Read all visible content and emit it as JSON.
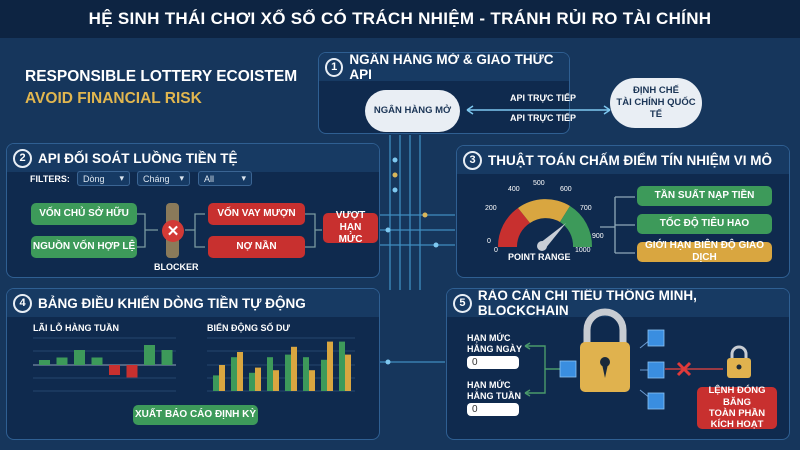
{
  "title": "HỆ SINH THÁI CHƠI XỔ SỐ CÓ TRÁCH NHIỆM - TRÁNH RỦI RO TÀI CHÍNH",
  "brand": {
    "line1": "RESPONSIBLE LOTTERY ECOISTEM",
    "line2": "AVOID FINANCIAL RISK"
  },
  "colors": {
    "green": "#3d9a5a",
    "red": "#c8302f",
    "yellow": "#d9a640",
    "accent": "#e1b64f"
  },
  "s1": {
    "num": "1",
    "title": "NGÂN HÀNG MỞ & GIAO THỨC API",
    "left_cloud": "NGÂN HÀNG MỞ",
    "right_cloud_1": "ĐỊNH CHẾ",
    "right_cloud_2": "TÀI CHÍNH QUỐC TẾ",
    "api1": "API TRỰC TIẾP",
    "api2": "API TRỰC TIẾP"
  },
  "s2": {
    "num": "2",
    "title": "API ĐỐI SOÁT LUỒNG TIỀN TỆ",
    "filters_label": "FILTERS:",
    "filters": [
      "Dòng",
      "Cháng",
      "All"
    ],
    "sources": [
      "VỐN CHỦ SỞ HỮU",
      "NGUỒN VỐN HỢP LỆ"
    ],
    "blocker": "BLOCKER",
    "risks": [
      "VỐN VAY MƯỢN",
      "NỢ NẦN"
    ],
    "result": "VƯỢT HẠN MỨC"
  },
  "s3": {
    "num": "3",
    "title": "THUẬT TOÁN CHẤM ĐIỂM TÍN NHIỆM VI MÔ",
    "gauge_ticks": [
      "0",
      "200",
      "400",
      "500",
      "600",
      "700",
      "900"
    ],
    "range_min": "0",
    "range_max": "1000",
    "range_label": "POINT RANGE",
    "gauge_value_fraction": 0.72,
    "factors": [
      {
        "label": "TẦN SUẤT NẠP TIỀN",
        "color": "green"
      },
      {
        "label": "TỐC ĐỘ TIÊU HAO",
        "color": "green"
      },
      {
        "label": "GIỚI HẠN BIÊN ĐỘ GIAO DỊCH",
        "color": "yellow"
      }
    ]
  },
  "s4": {
    "num": "4",
    "title": "BẢNG ĐIỀU KHIỂN DÒNG TIỀN TỰ ĐỘNG",
    "chart1_title": "LÃI LỖ HÀNG TUẦN",
    "chart2_title": "BIẾN ĐỘNG SỐ DƯ",
    "export_button": "XUẤT BÁO CÁO ĐỊNH KỲ"
  },
  "s5": {
    "num": "5",
    "title": "RÀO CẢN CHI TIÊU THÔNG MINH, BLOCKCHAIN",
    "daily_label_1": "HẠN MỨC",
    "daily_label_2": "HẰNG NGÀY",
    "daily_value": "0",
    "weekly_label_1": "HẠN MỨC",
    "weekly_label_2": "HẰNG TUẦN",
    "weekly_value": "0",
    "freeze_1": "LỆNH ĐÓNG BĂNG",
    "freeze_2": "TOÀN PHẦN",
    "freeze_3": "KÍCH HOẠT"
  },
  "chart_data": [
    {
      "type": "bar",
      "title": "LÃI LỖ HÀNG TUẦN",
      "values": [
        2,
        3,
        6,
        3,
        -4,
        -5,
        8,
        6
      ]
    },
    {
      "type": "bar",
      "title": "BIẾN ĐỘNG SỐ DƯ",
      "series": [
        {
          "values": [
            6,
            13,
            7,
            13,
            14,
            13,
            12,
            19
          ]
        },
        {
          "values": [
            10,
            15,
            9,
            8,
            17,
            8,
            19,
            14
          ]
        }
      ]
    }
  ]
}
